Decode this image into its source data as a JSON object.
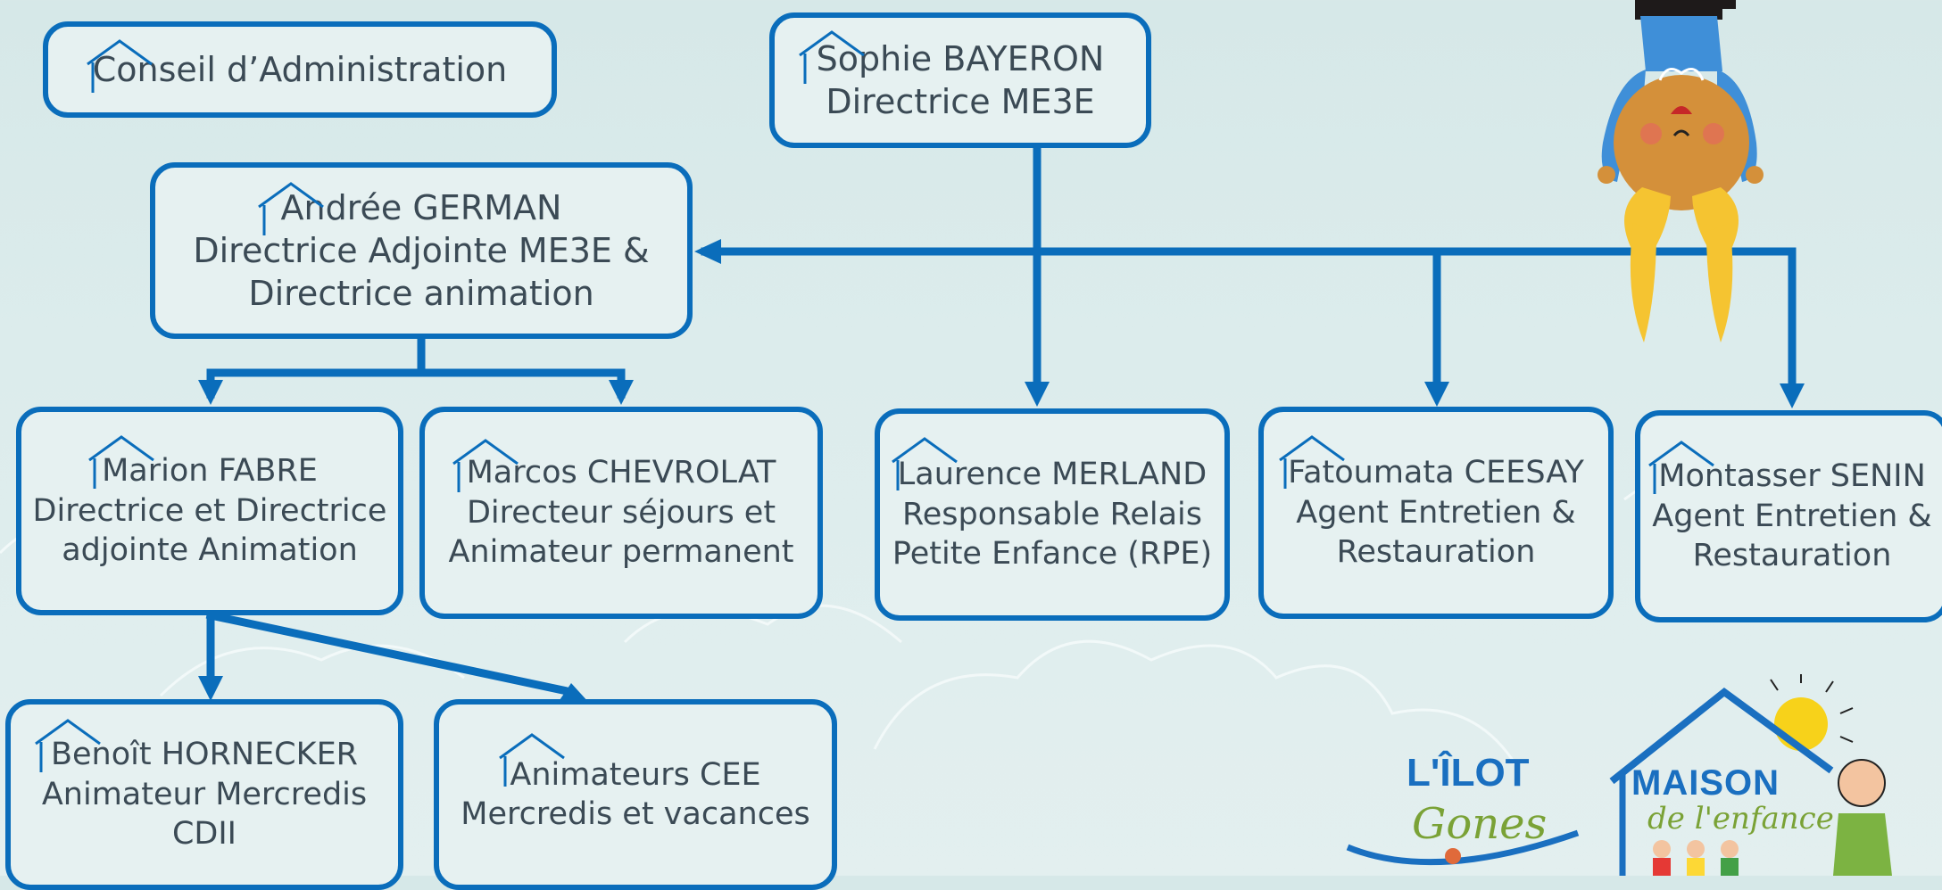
{
  "colors": {
    "accent": "#0a6dbb",
    "box_fill": "#e6f1f1",
    "text": "#3b4a55",
    "background": "#d9eaea"
  },
  "nodes": {
    "conseil": {
      "line1": "Conseil d’Administration"
    },
    "bayeron": {
      "line1": "Sophie BAYERON",
      "line2": "Directrice ME3E"
    },
    "german": {
      "line1": "Andrée GERMAN",
      "line2": "Directrice Adjointe ME3E &",
      "line3": "Directrice animation"
    },
    "fabre": {
      "line1": "Marion FABRE",
      "line2": "Directrice et Directrice",
      "line3": "adjointe Animation"
    },
    "chevrolat": {
      "line1": "Marcos CHEVROLAT",
      "line2": "Directeur séjours et",
      "line3": "Animateur permanent"
    },
    "merland": {
      "line1": "Laurence MERLAND",
      "line2": "Responsable Relais",
      "line3": "Petite Enfance (RPE)"
    },
    "ceesay": {
      "line1": "Fatoumata CEESAY",
      "line2": "Agent Entretien &",
      "line3": "Restauration"
    },
    "senin": {
      "line1": "Montasser SENIN",
      "line2": "Agent Entretien &",
      "line3": "Restauration"
    },
    "hornecker": {
      "line1": "Benoît HORNECKER",
      "line2": "Animateur Mercredis",
      "line3": "CDII"
    },
    "animateurs": {
      "line1": "Animateurs CEE",
      "line2": "Mercredis et vacances"
    }
  },
  "logos": {
    "ilot": {
      "line1": "L'ÎLOT",
      "line2": "Gones"
    },
    "maison": {
      "line1": "MAISON",
      "line2": "de l'enfance"
    }
  },
  "icons": [
    "house-roof-icon",
    "child-mascot-icon",
    "sun-icon"
  ]
}
